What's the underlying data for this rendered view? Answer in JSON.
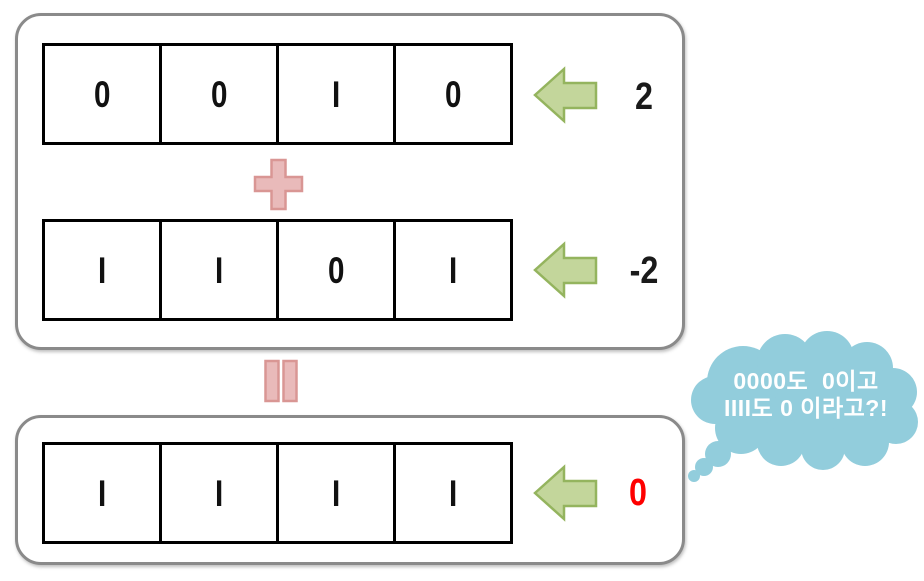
{
  "diagram_title": "ones-complement addition showing two zeros problem",
  "rows": [
    {
      "bits": [
        "0",
        "0",
        "I",
        "0"
      ],
      "label": "2",
      "label_color": "#1a1a1a"
    },
    {
      "bits": [
        "I",
        "I",
        "0",
        "I"
      ],
      "label": "-2",
      "label_color": "#1a1a1a"
    },
    {
      "bits": [
        "I",
        "I",
        "I",
        "I"
      ],
      "label": "0",
      "label_color": "#fe0000"
    }
  ],
  "operators": {
    "between_row_a_and_b": "plus",
    "between_panels": "equals"
  },
  "bubble": {
    "lines": [
      "0000도  0이고",
      "IIII도 0 이라고?!"
    ],
    "fill": "#92cddc",
    "text_color": "#ffffff"
  },
  "icons": {
    "row_pointer": "left-arrow-icon",
    "plus": "plus-icon",
    "equals": "equals-icon",
    "bubble": "thought-bubble"
  },
  "colors": {
    "arrow_fill": "#c3d69b",
    "arrow_stroke": "#94b45e",
    "operator_fill": "#e9baba",
    "operator_stroke": "#d99694",
    "panel_border": "#8a8a8a",
    "cell_border": "#000000",
    "result_highlight": "#fe0000",
    "bubble_fill": "#92cddc"
  }
}
